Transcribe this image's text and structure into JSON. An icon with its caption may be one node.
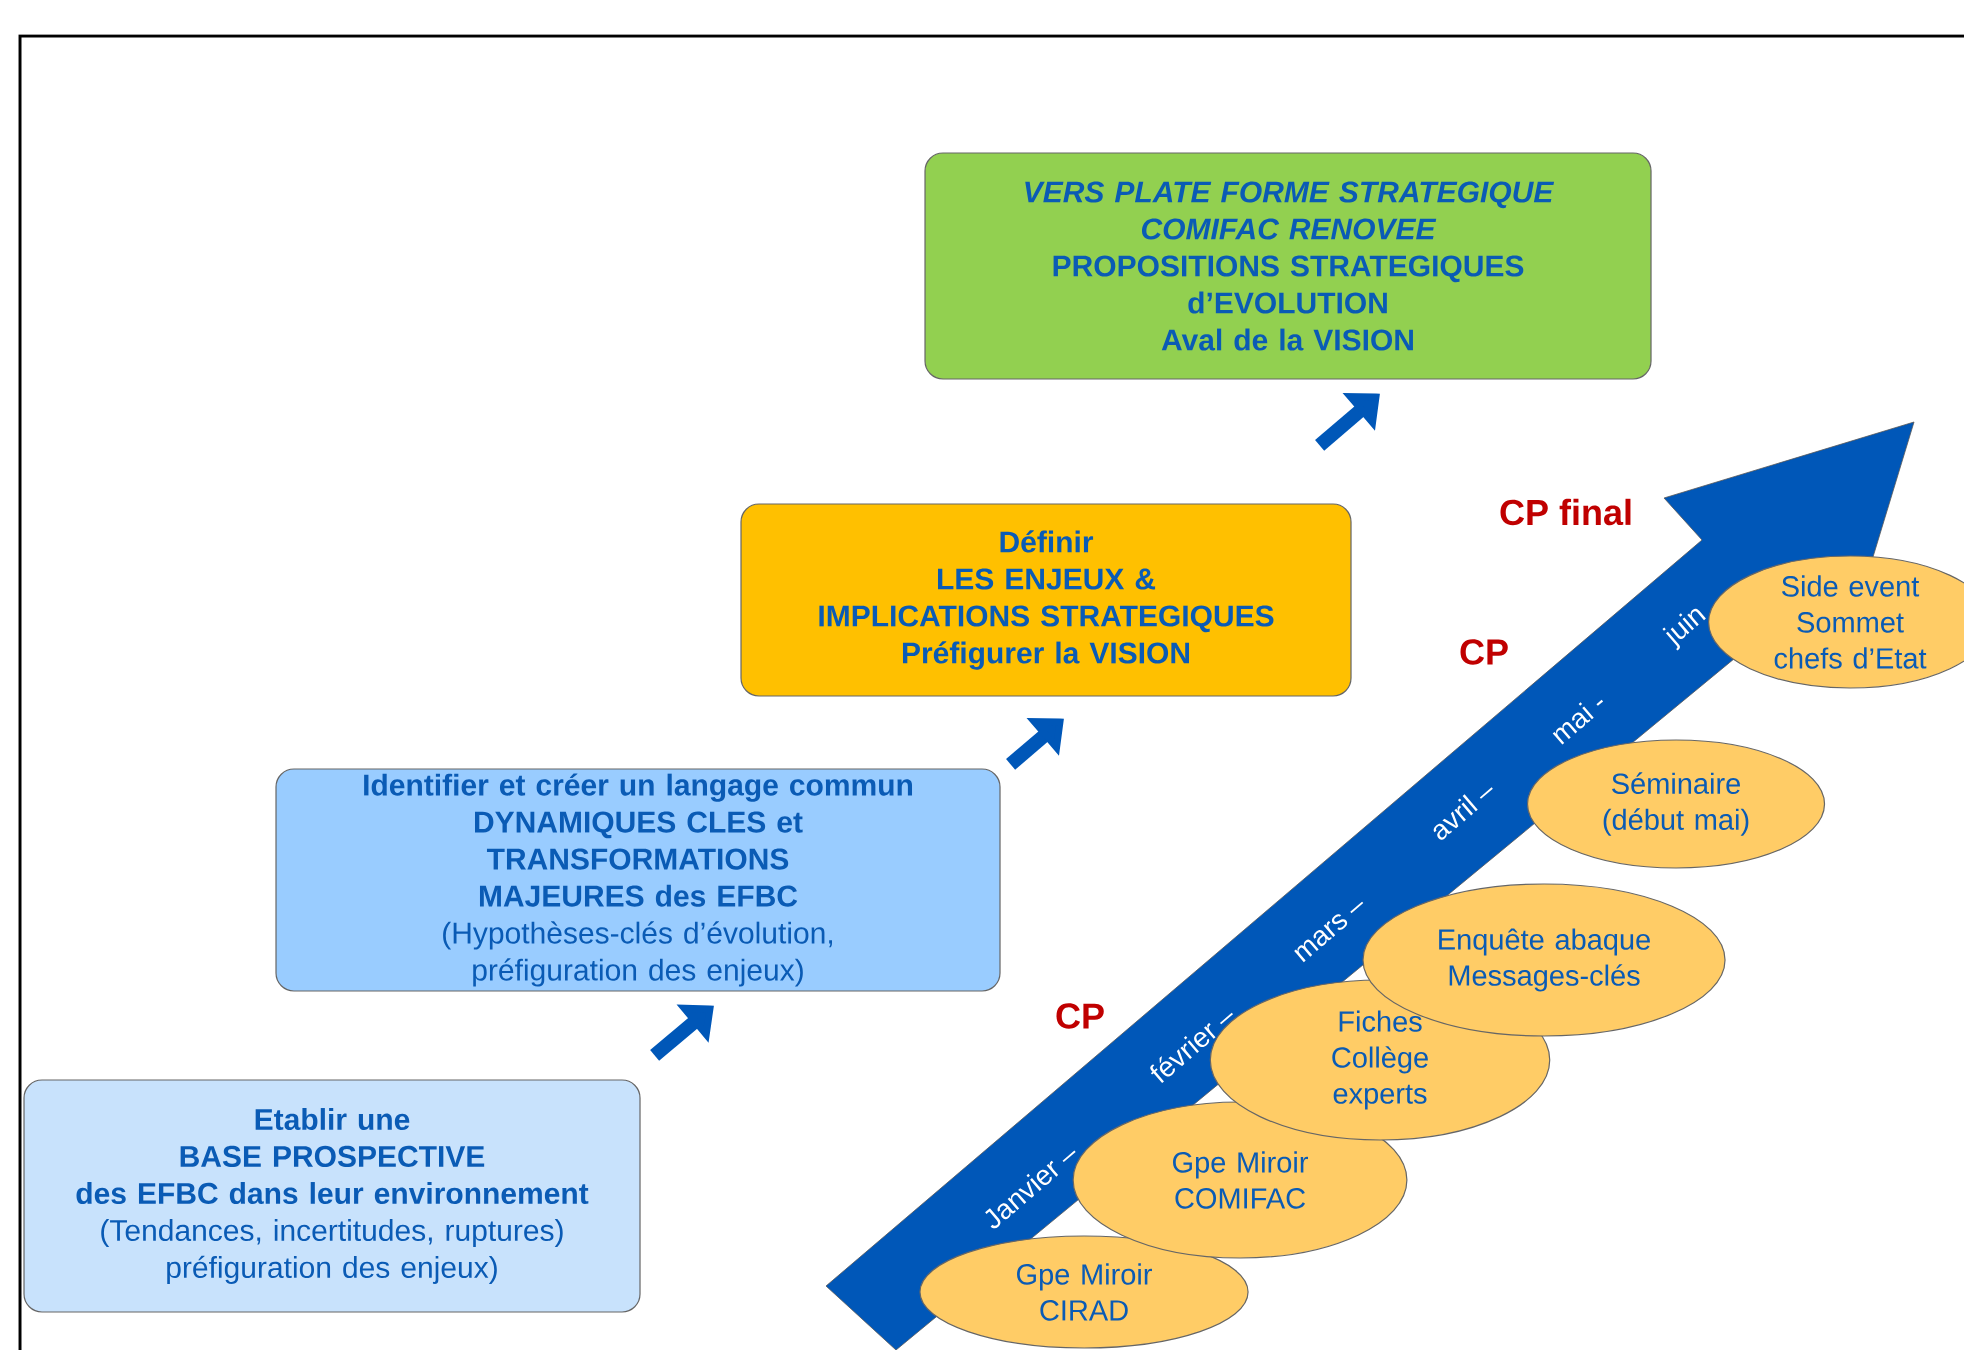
{
  "diagram": {
    "nodes": [
      {
        "text": [
          "Etablir une",
          "BASE PROSPECTIVE",
          "des EFBC dans leur environnement",
          "(Tendances, incertitudes, ruptures) préfiguration des enjeux)"
        ]
      },
      {
        "text": [
          "Identifier et créer un langage commun",
          "DYNAMIQUES CLES et TRANSFORMATIONS MAJEURES des EFBC",
          "(Hypothèses-clés d’évolution, préfiguration des enjeux)"
        ]
      },
      {
        "text": [
          "Définir",
          "LES ENJEUX &",
          "IMPLICATIONS STRATEGIQUES",
          "Préfigurer la VISION"
        ]
      },
      {
        "text": [
          "VERS PLATE FORME STRATEGIQUE COMIFAC RENOVEE",
          "PROPOSITIONS STRATEGIQUES",
          "d’EVOLUTION",
          "Aval de la VISION"
        ]
      },
      {
        "text": [
          "Gpe Miroir CIRAD"
        ]
      },
      {
        "text": [
          "Gpe Miroir COMIFAC"
        ]
      },
      {
        "text": [
          "Fiches Collège experts"
        ]
      },
      {
        "text": [
          "Enquête abaque Messages-clés"
        ]
      },
      {
        "text": [
          "Séminaire (début mai)"
        ]
      },
      {
        "text": [
          "Side event Sommet chefs d’Etat"
        ]
      }
    ],
    "edges": [
      {
        "from": 0,
        "to": 1,
        "arrow": "to"
      },
      {
        "from": 1,
        "to": 2,
        "arrow": "to"
      },
      {
        "from": 2,
        "to": 3,
        "arrow": "to"
      }
    ],
    "labels": [
      "CP final",
      "CP",
      "CP",
      "Janvier –",
      "février –",
      "mars –",
      "avril –",
      "mai -",
      "juin"
    ]
  }
}
